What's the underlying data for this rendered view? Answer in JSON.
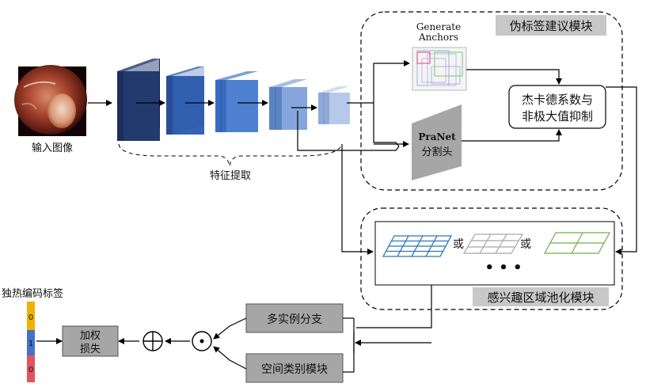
{
  "input": {
    "label": "输入图像"
  },
  "feature_extraction": {
    "label": "特征提取"
  },
  "pseudo_label": {
    "title": "伪标签建议模块",
    "generate_anchors_line1": "Generate",
    "generate_anchors_line2": "Anchors",
    "pranet_line1": "PraNet",
    "pranet_line2": "分割头",
    "nms_line1": "杰卡德系数与",
    "nms_line2": "非极大值抑制"
  },
  "roi_pooling": {
    "title": "感兴趣区域池化模块",
    "or_1": "或",
    "or_2": "或",
    "ellipsis": "• • •"
  },
  "heads": {
    "multi_instance": "多实例分支",
    "spatial_category": "空间类别模块",
    "weighted_loss_line1": "加权",
    "weighted_loss_line2": "损失"
  },
  "one_hot": {
    "title": "独热编码标签",
    "values": [
      "0",
      "1",
      "0"
    ]
  },
  "colors": {
    "onehot_top": "#f2b100",
    "onehot_mid": "#4472c4",
    "onehot_bot": "#e05560",
    "grid_blue": "#2e75b6",
    "grid_gray": "#a6a6a6",
    "grid_green": "#70ad47"
  }
}
